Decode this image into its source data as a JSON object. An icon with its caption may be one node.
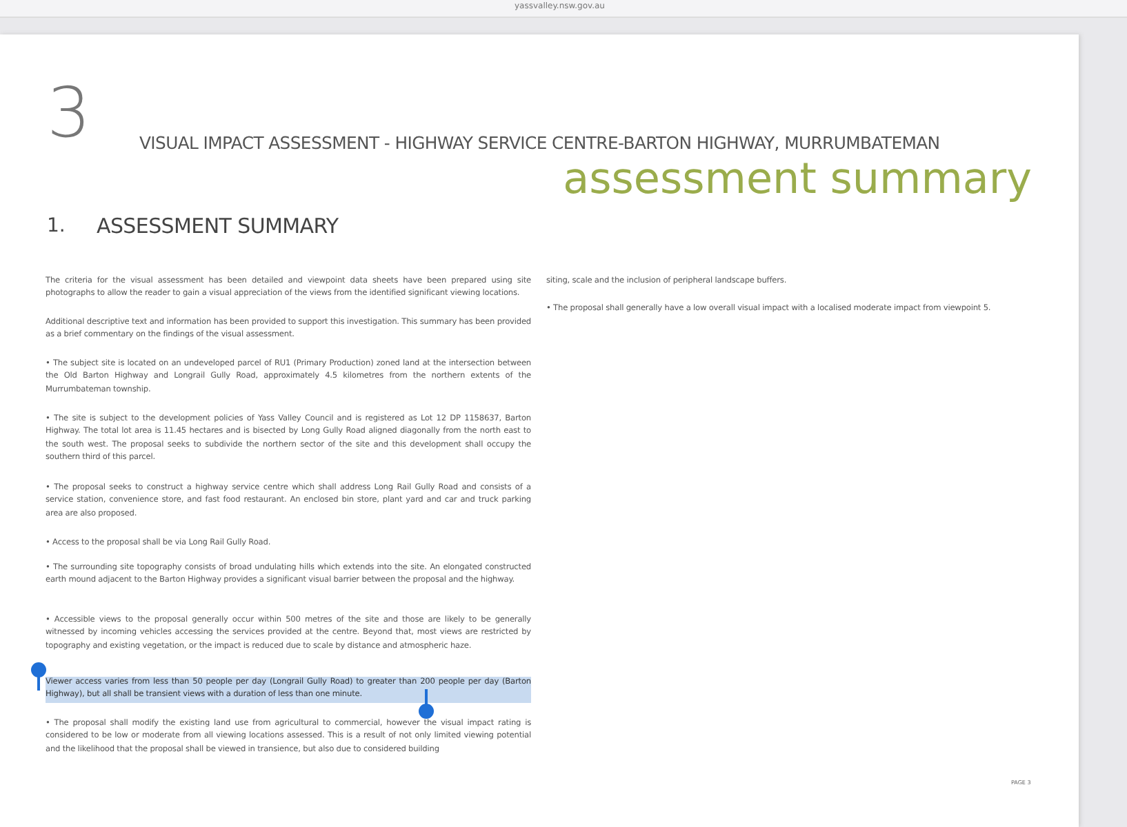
{
  "diagram": {
    "title": "VISUAL IMPACT ASSESSMENT - HIGHWAY SERVICE CENTRE-BARTON HIGHWAY, MURRUMBATEMAN",
    "labels": [
      "yassvalley.nsw.gov.au",
      "3",
      "assessment summary",
      "1.",
      "ASSESSMENT SUMMARY",
      "The criteria for the visual assessment has been detailed and viewpoint data sheets have been prepared using site photographs to allow the reader to gain a visual appreciation of the views from the identified significant viewing locations.",
      "Additional descriptive text and information has been provided to support this investigation.  This summary has been provided as a brief commentary on the findings of the visual assessment.",
      "• The subject site is located on an undeveloped parcel of RU1 (Primary Production) zoned land at the intersection between the Old Barton Highway and Longrail Gully Road, approximately 4.5 kilometres from the northern extents of the Murrumbateman township.",
      "• The site is subject to the development policies of Yass Valley Council and is registered as Lot 12 DP 1158637, Barton Highway. The total lot area is 11.45 hectares and is bisected by Long Gully Road aligned diagonally from the north east to the south west. The proposal seeks to subdivide the northern sector of the site and this development shall occupy the southern third of this parcel.",
      "• The proposal seeks to construct a highway service centre which shall address Long Rail Gully Road and consists of a service station, convenience store, and fast food restaurant. An enclosed bin store, plant yard and car and truck parking area are also proposed.",
      "• Access to the proposal shall be via Long Rail Gully Road.",
      "• The surrounding site topography consists of broad undulating hills which extends into the site. An elongated constructed earth mound adjacent to the Barton Highway provides a significant visual barrier between the proposal and the highway.",
      "• Accessible views to the proposal generally occur within 500 metres of the site and those are likely to be generally witnessed by incoming vehicles accessing the services provided at the centre. Beyond that, most views are restricted by topography and existing vegetation, or the impact is reduced due to scale by distance and atmospheric haze.",
      "Viewer access varies from less than 50 people per day (Longrail Gully Road) to greater than 200 people per day (Barton Highway), but all shall be transient views with a duration of less than one minute.",
      "• The proposal shall modify the existing land use from agricultural to commercial, however the visual impact rating is considered to be low or moderate from all viewing locations assessed. This is a result of not only limited viewing potential and the likelihood that the proposal shall be viewed in transience, but also due to considered building",
      "siting, scale and the inclusion of peripheral landscape buffers.",
      "• The proposal shall generally have a low overall visual impact with a localised moderate impact from viewpoint 5.",
      "PAGE 3"
    ]
  }
}
